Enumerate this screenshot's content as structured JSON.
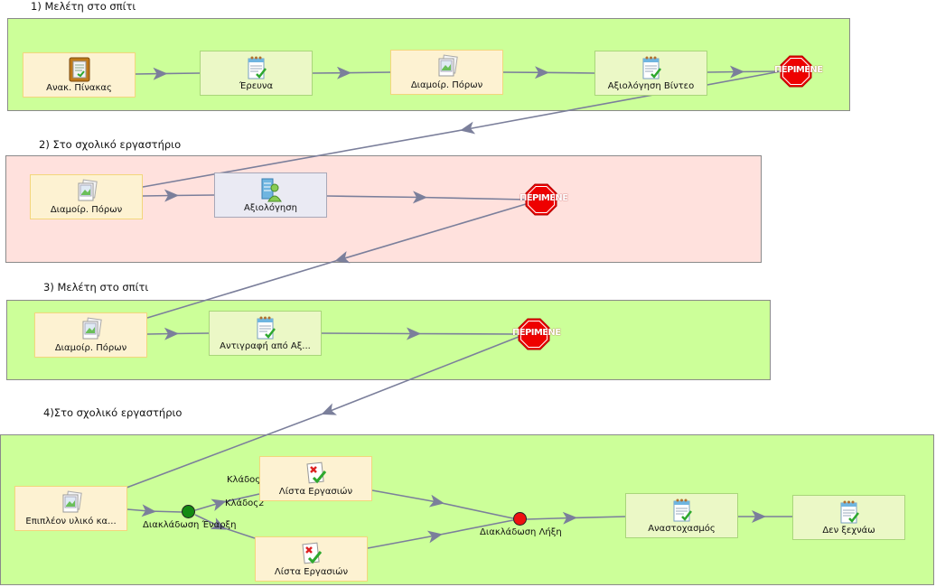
{
  "sections": [
    {
      "label": "1) Μελέτη στο σπίτι"
    },
    {
      "label": "2) Στο σχολικό εργαστήριο"
    },
    {
      "label": "3) Μελέτη στο σπίτι"
    },
    {
      "label": "4)Στο σχολικό εργαστήριο"
    }
  ],
  "lane1": {
    "n1": "Ανακ. Πίνακας",
    "n2": "Έρευνα",
    "n3": "Διαμοίρ. Πόρων",
    "n4": "Αξιολόγηση Βίντεο",
    "stop": "ΠΕΡΙΜΕΝΕ"
  },
  "lane2": {
    "n1": "Διαμοίρ. Πόρων",
    "n2": "Αξιολόγηση",
    "stop": "ΠΕΡΙΜΕΝΕ"
  },
  "lane3": {
    "n1": "Διαμοίρ. Πόρων",
    "n2": "Αντιγραφή από Αξ...",
    "stop": "ΠΕΡΙΜΕΝΕ"
  },
  "lane4": {
    "n1": "Επιπλέον υλικό κα...",
    "branch_start": "Διακλάδωση Έναρξη",
    "branch1": "Κλάδος1",
    "branch2": "Κλάδος2",
    "checklist_top": "Λίστα Εργασιών",
    "checklist_bottom": "Λίστα Εργασιών",
    "branch_end": "Διακλάδωση Λήξη",
    "n_reflect": "Αναστοχασμός",
    "n_remember": "Δεν ξεχνάω"
  },
  "colors": {
    "lane_green": "#ccff99",
    "lane_pink": "#ffe1dd",
    "edge": "#7b7f9b",
    "stop": "#ee0000",
    "branch_start": "#138a13",
    "branch_end": "#ee1111"
  },
  "icons": {
    "board": "clipboard-icon",
    "notepad": "notepad-check-icon",
    "resources": "image-stack-icon",
    "assessment": "person-document-icon",
    "checklist": "checklist-cross-icon",
    "stop": "stop-sign-icon"
  }
}
